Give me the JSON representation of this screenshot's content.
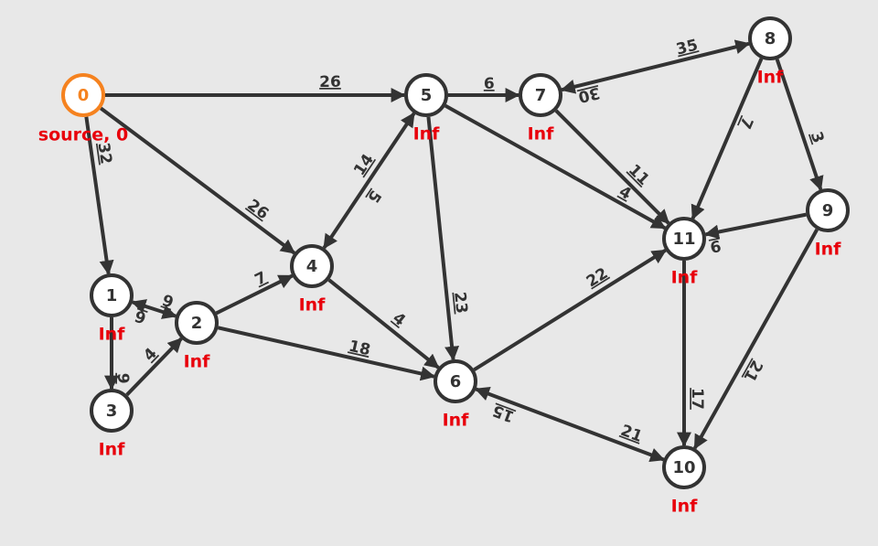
{
  "colors": {
    "edge": "#333333",
    "node_fill": "#ffffff",
    "source_accent": "#f5821f",
    "distance_label": "#e8000b",
    "background": "#e8e8e8"
  },
  "nodes": [
    {
      "id": "0",
      "dist": "source, 0",
      "source": true
    },
    {
      "id": "1",
      "dist": "Inf"
    },
    {
      "id": "2",
      "dist": "Inf"
    },
    {
      "id": "3",
      "dist": "Inf"
    },
    {
      "id": "4",
      "dist": "Inf"
    },
    {
      "id": "5",
      "dist": "Inf"
    },
    {
      "id": "6",
      "dist": "Inf"
    },
    {
      "id": "7",
      "dist": "Inf"
    },
    {
      "id": "8",
      "dist": "Inf"
    },
    {
      "id": "9",
      "dist": "Inf"
    },
    {
      "id": "10",
      "dist": "Inf"
    },
    {
      "id": "11",
      "dist": "Inf"
    }
  ],
  "edges": [
    {
      "from": "0",
      "to": "5",
      "weight": "26"
    },
    {
      "from": "0",
      "to": "1",
      "weight": "32"
    },
    {
      "from": "0",
      "to": "4",
      "weight": "26"
    },
    {
      "from": "1",
      "to": "2",
      "weight": "9"
    },
    {
      "from": "2",
      "to": "1",
      "weight": "6"
    },
    {
      "from": "1",
      "to": "3",
      "weight": "9"
    },
    {
      "from": "3",
      "to": "2",
      "weight": "4"
    },
    {
      "from": "2",
      "to": "4",
      "weight": "7"
    },
    {
      "from": "2",
      "to": "6",
      "weight": "18"
    },
    {
      "from": "4",
      "to": "5",
      "weight": "14"
    },
    {
      "from": "5",
      "to": "4",
      "weight": "5"
    },
    {
      "from": "4",
      "to": "6",
      "weight": "4"
    },
    {
      "from": "5",
      "to": "7",
      "weight": "6"
    },
    {
      "from": "5",
      "to": "6",
      "weight": "23"
    },
    {
      "from": "5",
      "to": "11",
      "weight": "4"
    },
    {
      "from": "7",
      "to": "8",
      "weight": "35"
    },
    {
      "from": "8",
      "to": "7",
      "weight": "30"
    },
    {
      "from": "7",
      "to": "11",
      "weight": "11"
    },
    {
      "from": "8",
      "to": "11",
      "weight": "7"
    },
    {
      "from": "8",
      "to": "9",
      "weight": "3"
    },
    {
      "from": "9",
      "to": "11",
      "weight": "9"
    },
    {
      "from": "9",
      "to": "10",
      "weight": "21"
    },
    {
      "from": "6",
      "to": "11",
      "weight": "22"
    },
    {
      "from": "6",
      "to": "10",
      "weight": "21"
    },
    {
      "from": "10",
      "to": "6",
      "weight": "15"
    },
    {
      "from": "11",
      "to": "10",
      "weight": "17"
    }
  ]
}
